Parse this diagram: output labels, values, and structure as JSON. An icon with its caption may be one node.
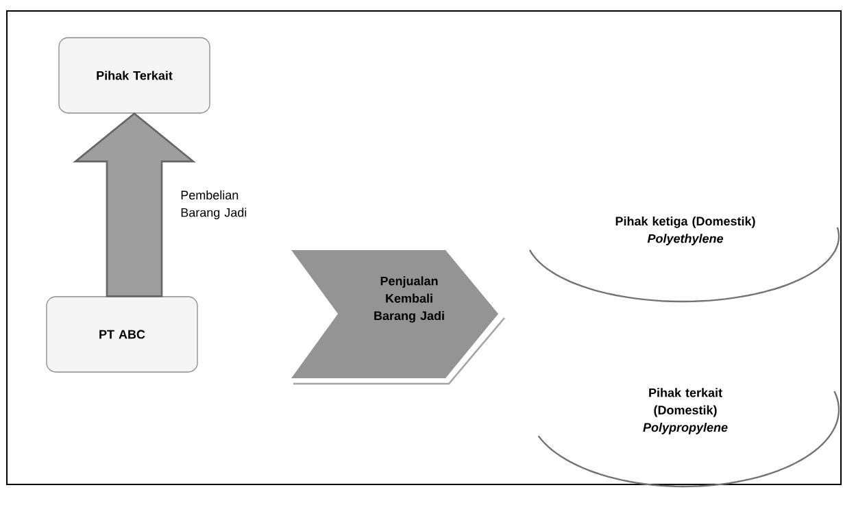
{
  "diagram": {
    "nodes": [
      {
        "text": [
          "Pihak Terkait"
        ]
      },
      {
        "text": [
          "PT ABC"
        ]
      },
      {
        "text": [
          "Penjualan Kembali Barang Jadi"
        ]
      },
      {
        "text": [
          "Pihak ketiga (Domestik)",
          "Polyethylene"
        ]
      },
      {
        "text": [
          "Pihak terkait (Domestik)",
          "Polypropylene"
        ]
      }
    ],
    "edges": [
      {
        "from": 1,
        "to": 0,
        "arrow": "to",
        "label": "Pembelian Barang Jadi"
      }
    ]
  }
}
